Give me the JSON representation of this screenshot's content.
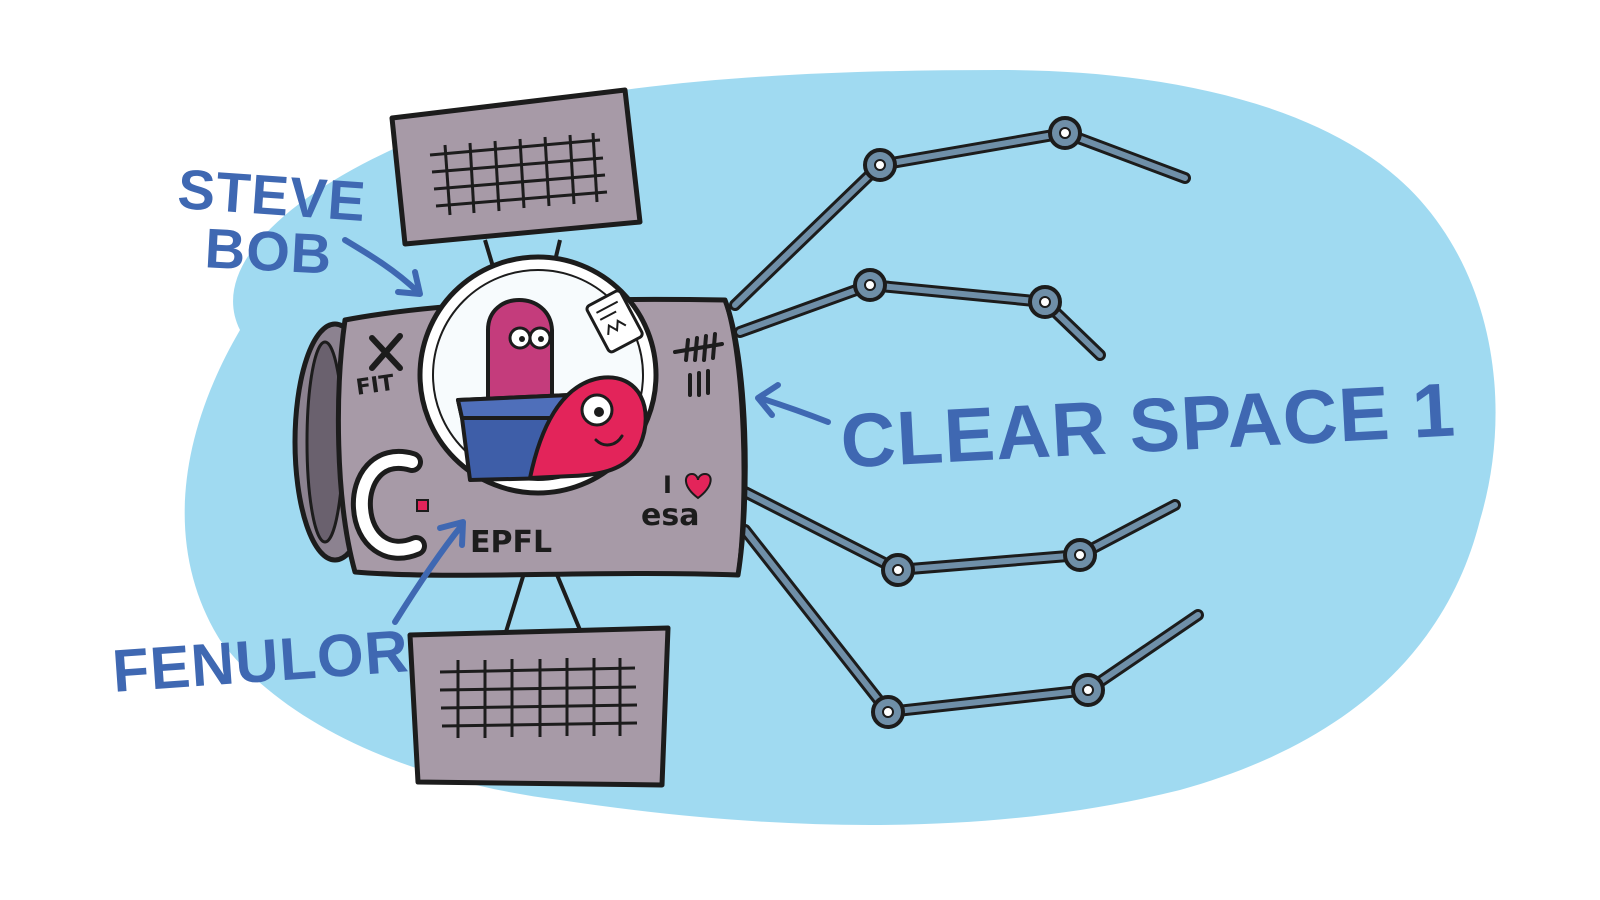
{
  "labels": {
    "steve": "STEVE",
    "bob": "BOB",
    "fenulor": "FENULOR",
    "clear_space": "CLEAR SPACE 1"
  },
  "body_markings": {
    "fit_logo": "FIT",
    "epfl": "EPFL",
    "esa_i": "I",
    "esa": "esa"
  },
  "colors": {
    "background": "#ffffff",
    "space_wash": "#8fd3ef",
    "satellite_body": "#a79aa7",
    "panel": "#a79aa7",
    "outline": "#1c1c1c",
    "label_blue": "#3f68b2",
    "steve_pink": "#c43c7c",
    "fenulor_red": "#e3245a",
    "bucket_blue": "#3e5ea8",
    "arm_gray": "#6f8fa8",
    "heart": "#e3245a"
  },
  "icons": [
    "heart-icon",
    "fit-cross-icon",
    "c-logo-icon",
    "tally-marks-icon",
    "arrow-icon"
  ]
}
